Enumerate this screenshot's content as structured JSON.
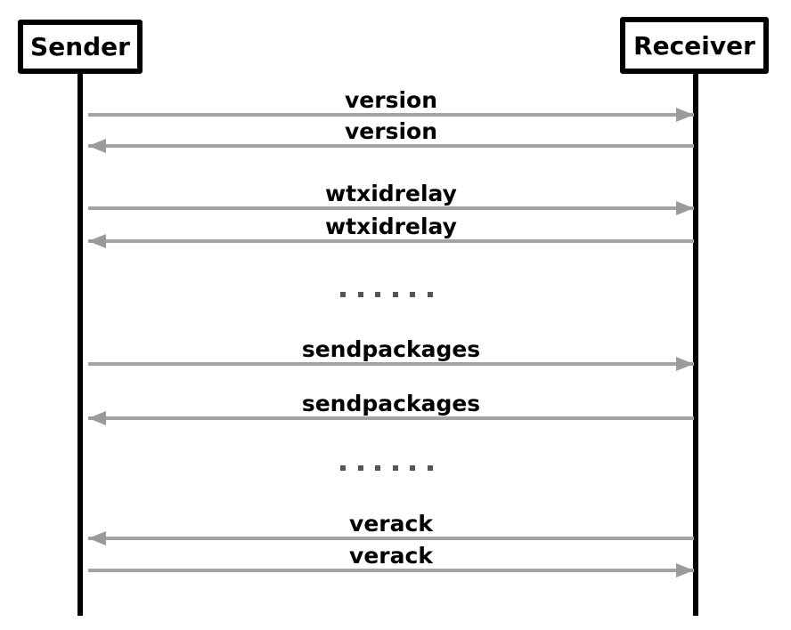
{
  "diagram": {
    "type": "sequence-diagram",
    "participants": [
      {
        "name": "Sender"
      },
      {
        "name": "Receiver"
      }
    ],
    "messages": [
      {
        "label": "version",
        "from": "Sender",
        "to": "Receiver",
        "direction": "right"
      },
      {
        "label": "version",
        "from": "Receiver",
        "to": "Sender",
        "direction": "left"
      },
      {
        "label": "wtxidrelay",
        "from": "Sender",
        "to": "Receiver",
        "direction": "right"
      },
      {
        "label": "wtxidrelay",
        "from": "Receiver",
        "to": "Sender",
        "direction": "left"
      },
      {
        "label": "sendpackages",
        "from": "Sender",
        "to": "Receiver",
        "direction": "right"
      },
      {
        "label": "sendpackages",
        "from": "Receiver",
        "to": "Sender",
        "direction": "left"
      },
      {
        "label": "verack",
        "from": "Receiver",
        "to": "Sender",
        "direction": "left"
      },
      {
        "label": "verack",
        "from": "Sender",
        "to": "Receiver",
        "direction": "right"
      }
    ],
    "ellipsis": {
      "text": ". . . . . .",
      "dot_count": 6,
      "occurrences": 2
    }
  },
  "colors": {
    "background": "#ffffff",
    "lifeline": "#000000",
    "box_border": "#000000",
    "arrow_line": "#a3a3a3",
    "arrow_head": "#9a9a9a",
    "dots": "#555555",
    "label_text": "#000000"
  }
}
